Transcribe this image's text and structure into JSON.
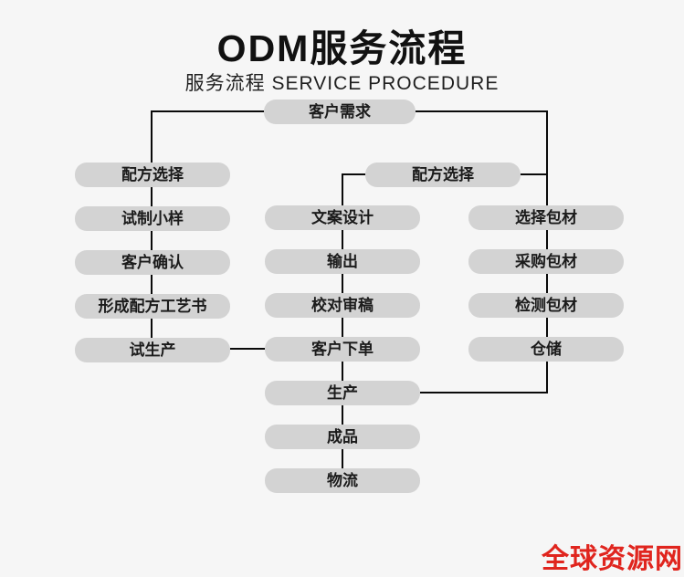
{
  "header": {
    "title": "ODM服务流程",
    "subtitle": "服务流程 SERVICE PROCEDURE"
  },
  "flowchart": {
    "root": {
      "label": "客户需求"
    },
    "left_column": [
      {
        "label": "配方选择"
      },
      {
        "label": "试制小样"
      },
      {
        "label": "客户确认"
      },
      {
        "label": "形成配方工艺书"
      },
      {
        "label": "试生产"
      }
    ],
    "middle_header": {
      "label": "配方选择"
    },
    "middle_column": [
      {
        "label": "文案设计"
      },
      {
        "label": "输出"
      },
      {
        "label": "校对审稿"
      },
      {
        "label": "客户下单"
      },
      {
        "label": "生产"
      },
      {
        "label": "成品"
      },
      {
        "label": "物流"
      }
    ],
    "right_column": [
      {
        "label": "选择包材"
      },
      {
        "label": "采购包材"
      },
      {
        "label": "检测包材"
      },
      {
        "label": "仓储"
      }
    ],
    "colors": {
      "background": "#f6f6f6",
      "node_fill": "#d3d3d3",
      "node_text": "#1b1b1b",
      "connector": "#0a0a0a"
    }
  },
  "watermark": {
    "text": "全球资源网",
    "color": "#e0251e"
  }
}
